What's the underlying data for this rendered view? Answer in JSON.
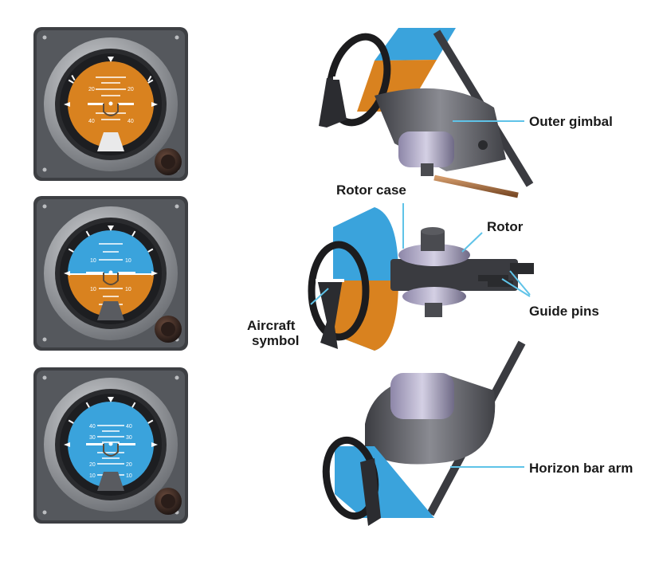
{
  "instruments": [
    {
      "pitch_marks": [
        "20",
        "20",
        "40",
        "40"
      ]
    },
    {
      "pitch_marks": [
        "10",
        "10",
        "10",
        "10"
      ]
    },
    {
      "pitch_marks": [
        "40",
        "40",
        "30",
        "30",
        "20",
        "20",
        "10",
        "10"
      ]
    }
  ],
  "callouts": {
    "outer_gimbal": "Outer gimbal",
    "rotor_case": "Rotor case",
    "rotor": "Rotor",
    "guide_pins": "Guide pins",
    "aircraft_symbol_line1": "Aircraft",
    "aircraft_symbol_line2": "symbol",
    "horizon_bar_arm": "Horizon bar arm"
  },
  "colors": {
    "sky": "#3aa3dc",
    "ground": "#d9821f",
    "bezel": "#7a7d82",
    "leader": "#5fc3e8"
  }
}
